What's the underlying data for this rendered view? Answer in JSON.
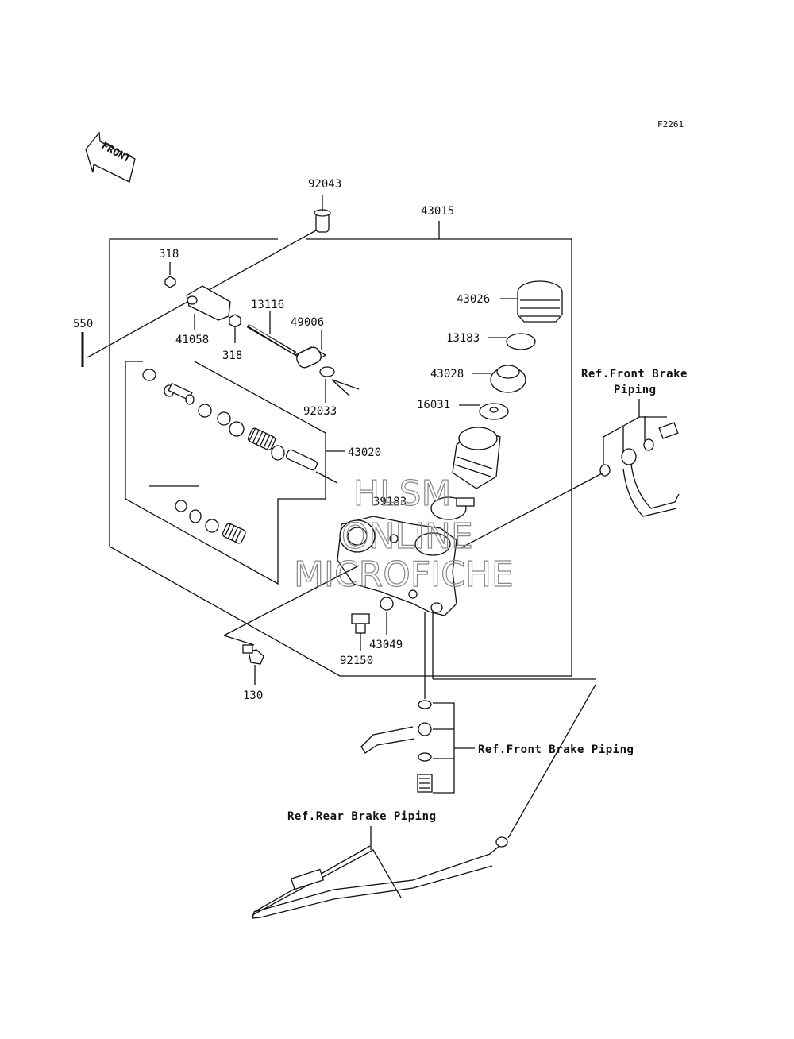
{
  "figure_id": "F2261",
  "front_arrow": {
    "label": "FRONT",
    "icon": "front-direction-arrow-icon"
  },
  "parts": [
    {
      "id": "92043"
    },
    {
      "id": "43015"
    },
    {
      "id": "318a",
      "label": "318"
    },
    {
      "id": "550"
    },
    {
      "id": "13116"
    },
    {
      "id": "49006"
    },
    {
      "id": "41058"
    },
    {
      "id": "318b",
      "label": "318"
    },
    {
      "id": "92033"
    },
    {
      "id": "43026"
    },
    {
      "id": "13183"
    },
    {
      "id": "43028"
    },
    {
      "id": "16031"
    },
    {
      "id": "43020"
    },
    {
      "id": "39183"
    },
    {
      "id": "43049"
    },
    {
      "id": "92150"
    },
    {
      "id": "130"
    }
  ],
  "labels": {
    "p92043": "92043",
    "p43015": "43015",
    "p318a": "318",
    "p550": "550",
    "p13116": "13116",
    "p49006": "49006",
    "p41058": "41058",
    "p318b": "318",
    "p92033": "92033",
    "p43026": "43026",
    "p13183": "13183",
    "p43028": "43028",
    "p16031": "16031",
    "p43020": "43020",
    "p39183": "39183",
    "p43049": "43049",
    "p92150": "92150",
    "p130": "130"
  },
  "refs": {
    "front_brake_top_line1": "Ref.Front Brake",
    "front_brake_top_line2": "Piping",
    "front_brake_mid": "Ref.Front Brake Piping",
    "rear_brake": "Ref.Rear Brake Piping"
  },
  "watermark": {
    "line1": "HLSM",
    "line2": "ONLINE",
    "line3": "MICROFICHE"
  }
}
